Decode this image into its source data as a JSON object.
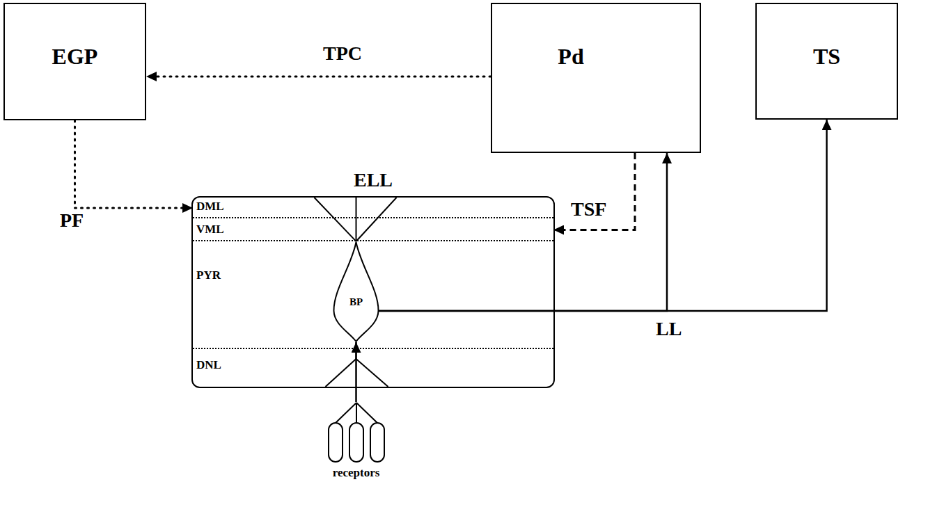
{
  "diagram": {
    "nodes": [
      {
        "text": [
          "EGP"
        ]
      },
      {
        "text": [
          "Pd"
        ]
      },
      {
        "text": [
          "TS"
        ]
      },
      {
        "text": [
          "ELL"
        ]
      },
      {
        "text": [
          "DML"
        ],
        "in": 3
      },
      {
        "text": [
          "VML"
        ],
        "in": 3
      },
      {
        "text": [
          "PYR"
        ],
        "in": 3
      },
      {
        "text": [
          "BP"
        ],
        "in": 6
      },
      {
        "text": [
          "DNL"
        ],
        "in": 3
      },
      {
        "text": [
          "receptors"
        ]
      }
    ],
    "edges": [
      {
        "from": 1,
        "to": 0,
        "arrow": "to",
        "label": "TPC"
      },
      {
        "from": 0,
        "to": 4,
        "arrow": "to",
        "label": "PF"
      },
      {
        "from": 1,
        "to": 5,
        "arrow": "to",
        "label": "TSF"
      },
      {
        "from": 7,
        "to": 1,
        "arrow": "to",
        "label": "LL"
      },
      {
        "from": 7,
        "to": 2,
        "arrow": "to"
      },
      {
        "from": 9,
        "to": 7,
        "arrow": "to"
      }
    ]
  }
}
